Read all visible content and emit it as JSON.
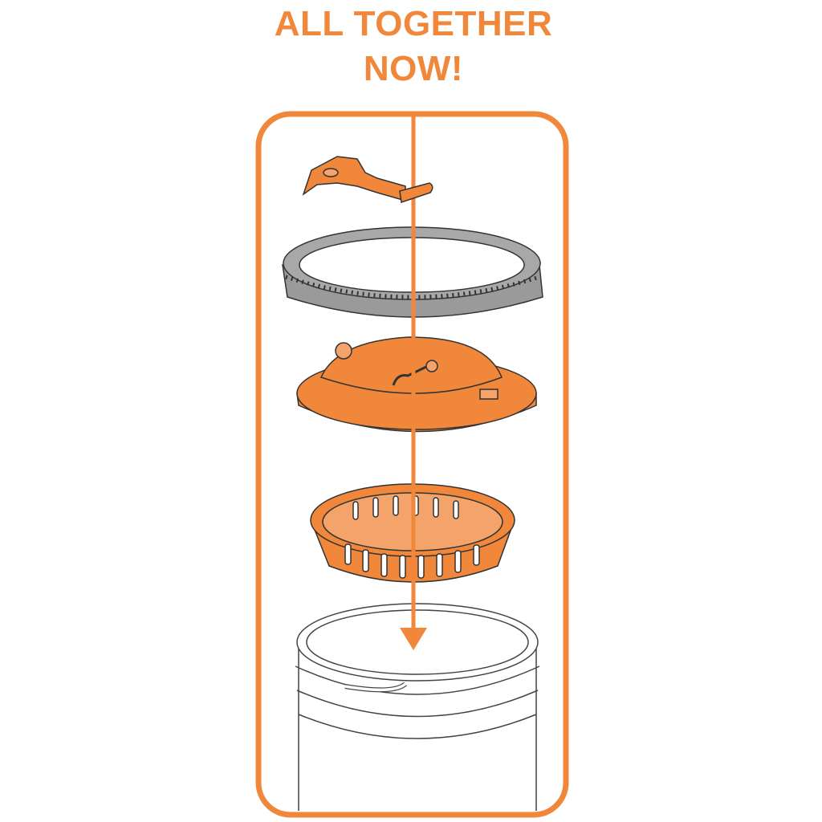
{
  "title": {
    "line1": "ALL TOGETHER",
    "line2": "NOW!"
  },
  "colors": {
    "accent": "#F0873A",
    "ring": "#9a9a9a",
    "outline": "#333333"
  },
  "parts": [
    "clip",
    "ring-band",
    "lid",
    "strainer-basket",
    "jar"
  ]
}
